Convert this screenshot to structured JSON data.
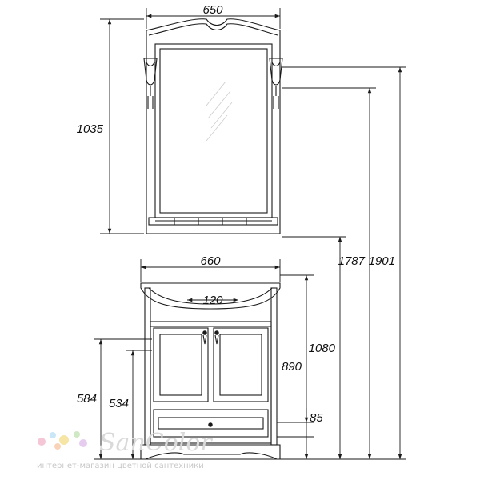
{
  "dimensions": {
    "mirror_width": "650",
    "mirror_height": "1035",
    "cabinet_width": "660",
    "drain_offset": "120",
    "cabinet_height": "890",
    "sink_height": "1080",
    "door_height_584": "584",
    "door_height_534": "534",
    "drawer_height": "85",
    "mirror_bottom_height": "1787",
    "total_height": "1901"
  },
  "logo": {
    "name": "SanColor",
    "tagline": "интернет-магазин цветной сантехники",
    "dot_colors": [
      "#f5c6d6",
      "#c9e7f7",
      "#f7e5a6",
      "#cfe9c2",
      "#e6cdf0",
      "#f9d3b8"
    ]
  },
  "colors": {
    "line": "#1a1a1a",
    "logo_gray": "#d9d9d9"
  }
}
